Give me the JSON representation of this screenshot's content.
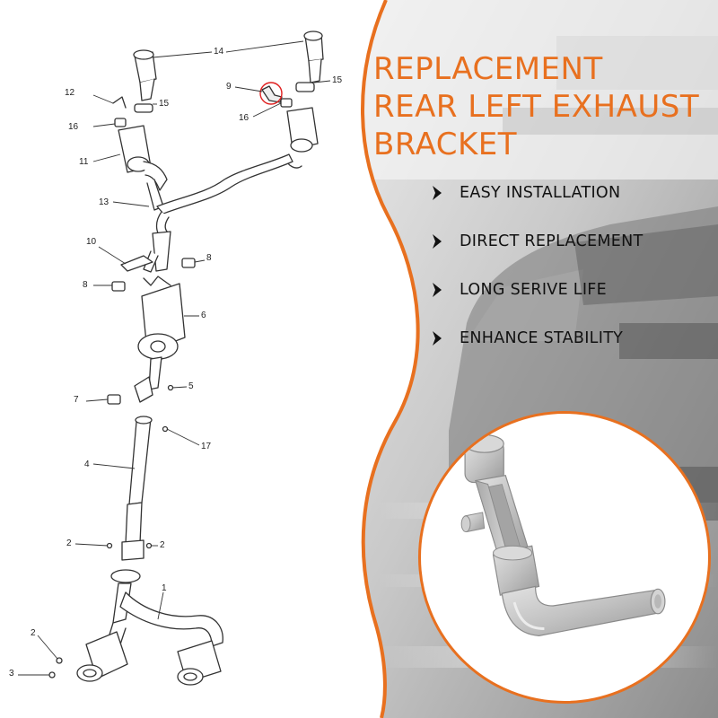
{
  "heading": {
    "line1": "REPLACEMENT",
    "line2": "REAR LEFT EXHAUST",
    "line3": "BRACKET"
  },
  "features": [
    {
      "label": "EASY INSTALLATION",
      "icon": "chevron-right-icon"
    },
    {
      "label": "DIRECT REPLACEMENT",
      "icon": "chevron-right-icon"
    },
    {
      "label": "LONG SERIVE LIFE",
      "icon": "chevron-right-icon"
    },
    {
      "label": "ENHANCE STABILITY",
      "icon": "chevron-right-icon"
    }
  ],
  "diagram": {
    "callouts": [
      "14",
      "9",
      "15",
      "12",
      "15",
      "16",
      "16",
      "11",
      "13",
      "10",
      "8",
      "8",
      "6",
      "5",
      "7",
      "17",
      "4",
      "2",
      "2",
      "1",
      "2",
      "3"
    ]
  },
  "colors": {
    "accent": "#e8701f",
    "text": "#111111",
    "diagram_line": "#333333",
    "bracket_part": "#c4c4c4"
  }
}
